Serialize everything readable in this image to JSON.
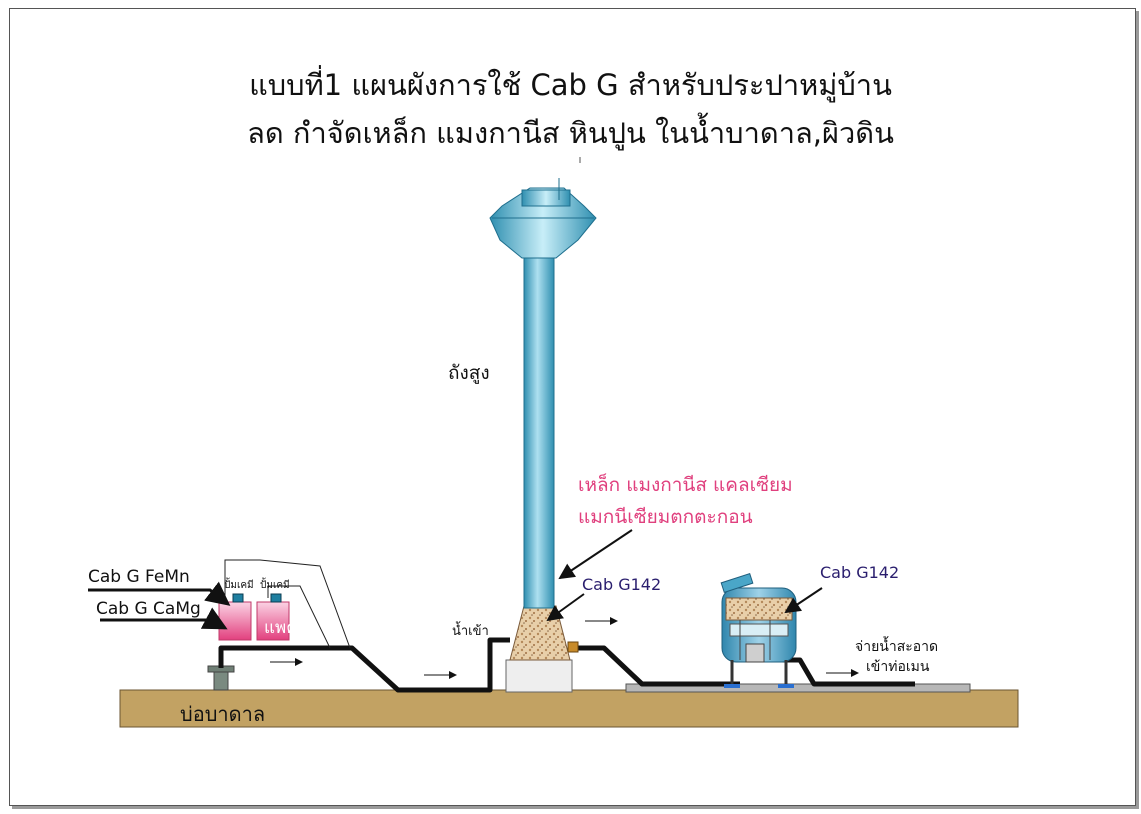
{
  "header": {
    "title_line1": "แบบที่1 แผนผังการใช้ Cab G สำหรับประปาหมู่บ้าน",
    "title_line2": "ลด กำจัดเหล็ก แมงกานีส หินปูน ในน้ำบาดาล,ผิวดิน"
  },
  "labels": {
    "high_tank": "ถังสูง",
    "precipitate_line1": "เหล็ก แมงกานีส แคลเซียม",
    "precipitate_line2": "แมกนีเซียมตกตะกอน",
    "cab_g142_tower": "Cab G142",
    "cab_g142_filter": "Cab G142",
    "cab_g_femn": "Cab G FeMn",
    "cab_g_camg": "Cab G CaMg",
    "pump_left": "ปั้มเคมี",
    "pump_right": "ปั้มเคมี",
    "pack": "แพค",
    "water_inlet": "น้ำเข้า",
    "distribute_line1": "จ่ายน้ำสะอาด",
    "distribute_line2": "เข้าท่อเมน",
    "well": "บ่อบาดาล"
  },
  "colors": {
    "tank_blue": "#3fa0c0",
    "tank_blue_light": "#9fd8ea",
    "ground": "#c2a263",
    "pipe": "#111111",
    "accent_pink": "#e0407e",
    "label_navy": "#2a1e6e",
    "chem_pink": "#e8488a",
    "gravel": "#e4c9a3"
  }
}
